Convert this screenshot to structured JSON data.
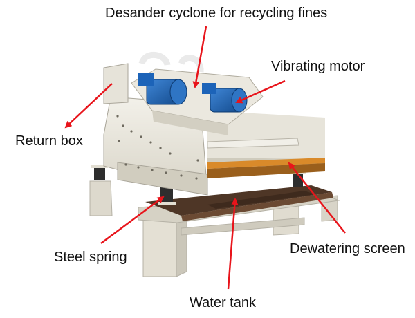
{
  "labels": {
    "desander": "Desander cyclone for recycling fines",
    "vibrating_motor": "Vibrating motor",
    "return_box": "Return box",
    "steel_spring": "Steel spring",
    "dewatering_screen": "Dewatering screen",
    "water_tank": "Water tank"
  },
  "colors": {
    "arrow": "#e8141b",
    "frame": "#e9e6dc",
    "frame_shadow": "#c9c5b8",
    "motor": "#1c63b8",
    "screen_deck": "#d98a2a",
    "tank_floor": "#5a3d2a",
    "spring": "#2e2e2e"
  }
}
